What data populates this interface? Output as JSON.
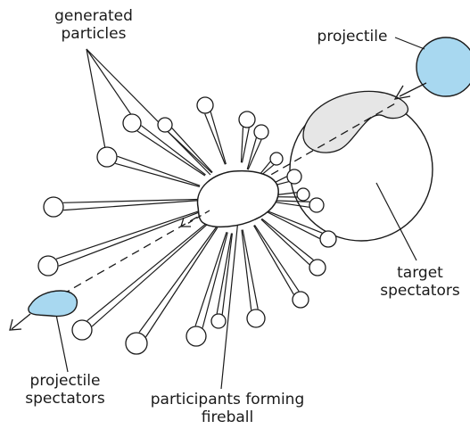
{
  "labels": {
    "generated_particles": [
      "generated",
      "particles"
    ],
    "projectile": "projectile",
    "target_spectators": [
      "target",
      "spectators"
    ],
    "projectile_spectators": [
      "projectile",
      "spectators"
    ],
    "participants": [
      "participants forming",
      "fireball"
    ]
  },
  "colors": {
    "nucleus_fill": "#a8d8f0",
    "overlap_fill": "#e6e6e6",
    "stroke": "#1a1a1a"
  },
  "diagram": {
    "generated_particle_count": 20
  }
}
